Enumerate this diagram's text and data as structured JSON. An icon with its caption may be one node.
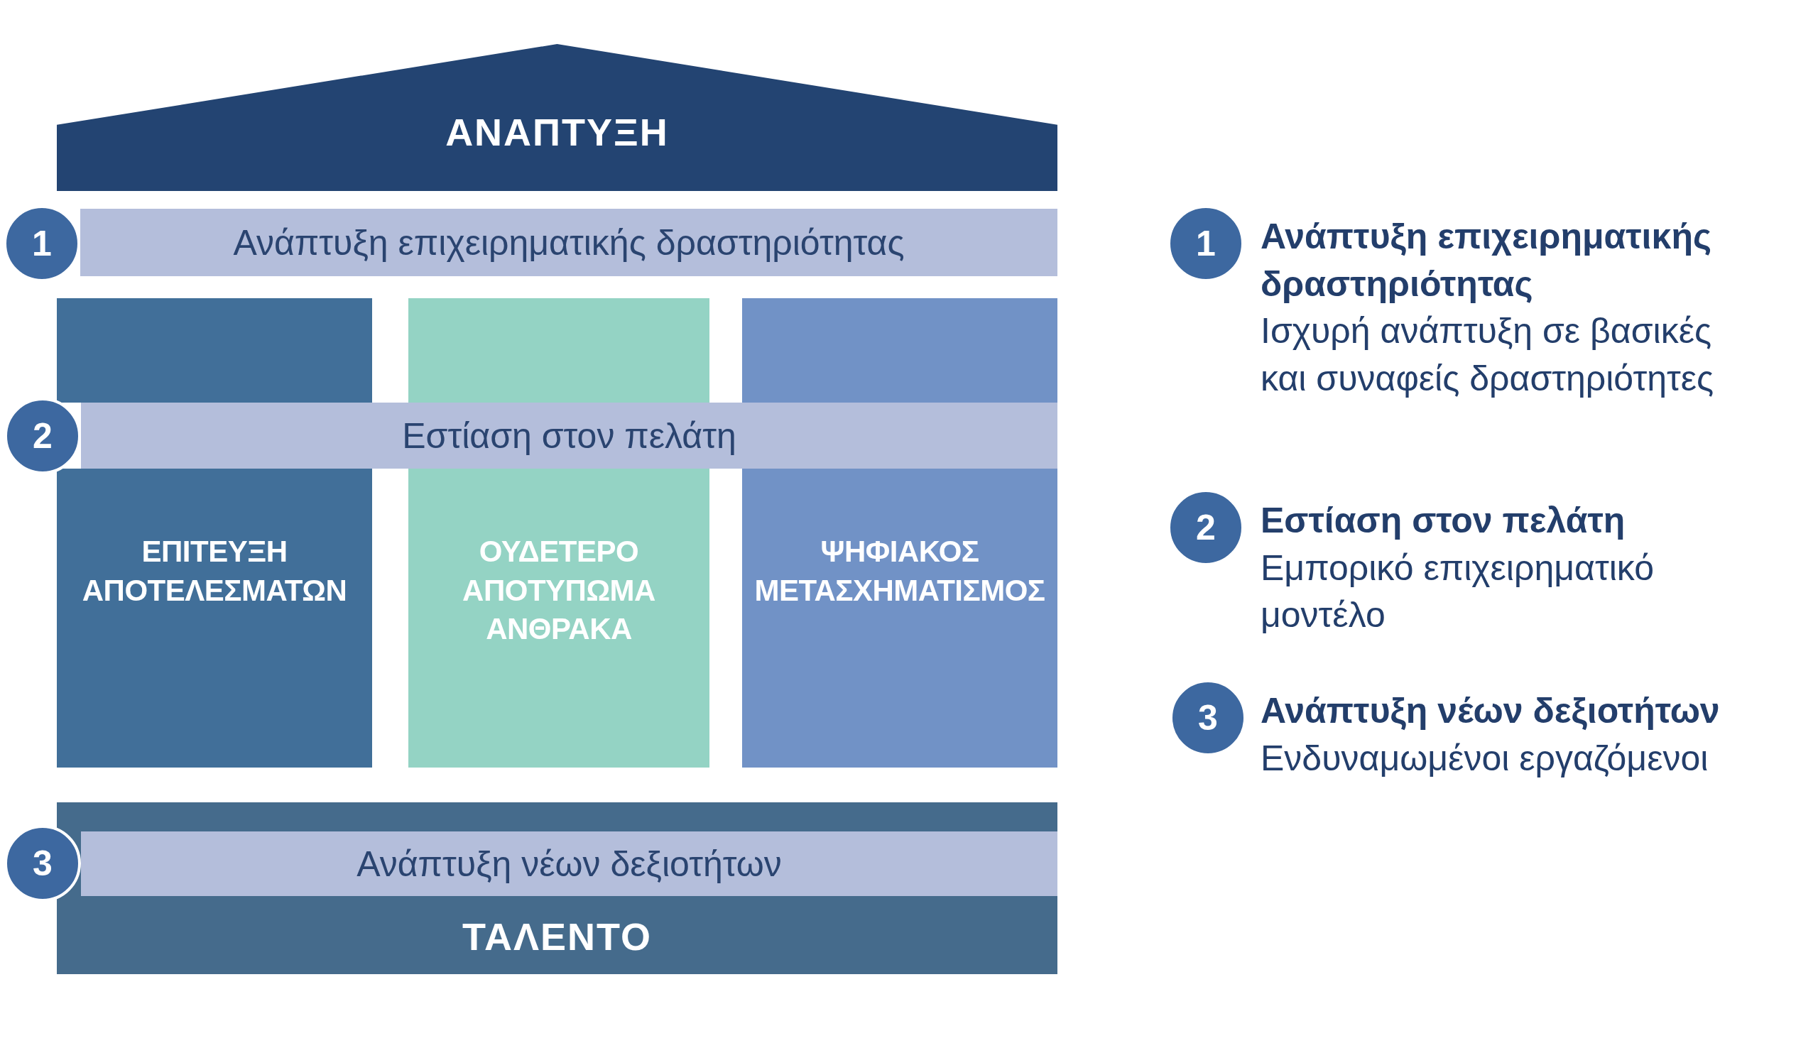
{
  "diagram": {
    "nodes": [
      {
        "text": [
          "ΑΝΑΠΤΥΞΗ"
        ]
      },
      {
        "text": [
          "1"
        ]
      },
      {
        "text": [
          "Ανάπτυξη επιχειρηματικής δραστηριότητας"
        ]
      },
      {
        "text": [],
        "shape": "box"
      },
      {
        "text": [],
        "shape": "box"
      },
      {
        "text": [],
        "shape": "box"
      },
      {
        "text": [
          "2"
        ]
      },
      {
        "text": [
          "Εστίαση στον πελάτη"
        ]
      },
      {
        "text": [
          "ΕΠΙΤΕΥΞΗ ΑΠΟΤΕΛΕΣΜΑΤΩΝ"
        ]
      },
      {
        "text": [
          "ΟΥΔΕΤΕΡΟ ΑΠΟΤΥΠΩΜΑ ΑΝΘΡΑΚΑ"
        ]
      },
      {
        "text": [
          "ΨΗΦΙΑΚΟΣ ΜΕΤΑΣΧΗΜΑΤΙΣΜΟΣ"
        ]
      },
      {
        "text": [
          "ΤΑΛΕΝΤΟ"
        ]
      },
      {
        "text": [
          "3"
        ]
      },
      {
        "text": [
          "Ανάπτυξη νέων δεξιοτήτων"
        ],
        "in": 11
      },
      {
        "text": [
          "1"
        ],
        "beside": [
          "Ανάπτυξη επιχειρηματικής δραστηριότητας",
          "Ισχυρή ανάπτυξη σε βασικές και συναφείς δραστηριότητες"
        ]
      },
      {
        "text": [
          "2"
        ],
        "beside": [
          "Εστίαση στον πελάτη",
          "Εμπορικό επιχειρηματικό μοντέλο"
        ]
      },
      {
        "text": [
          "3"
        ],
        "beside": [
          "Ανάπτυξη νέων δεξιοτήτων",
          "Ενδυναμωμένοι εργαζόμενοι"
        ]
      }
    ]
  }
}
